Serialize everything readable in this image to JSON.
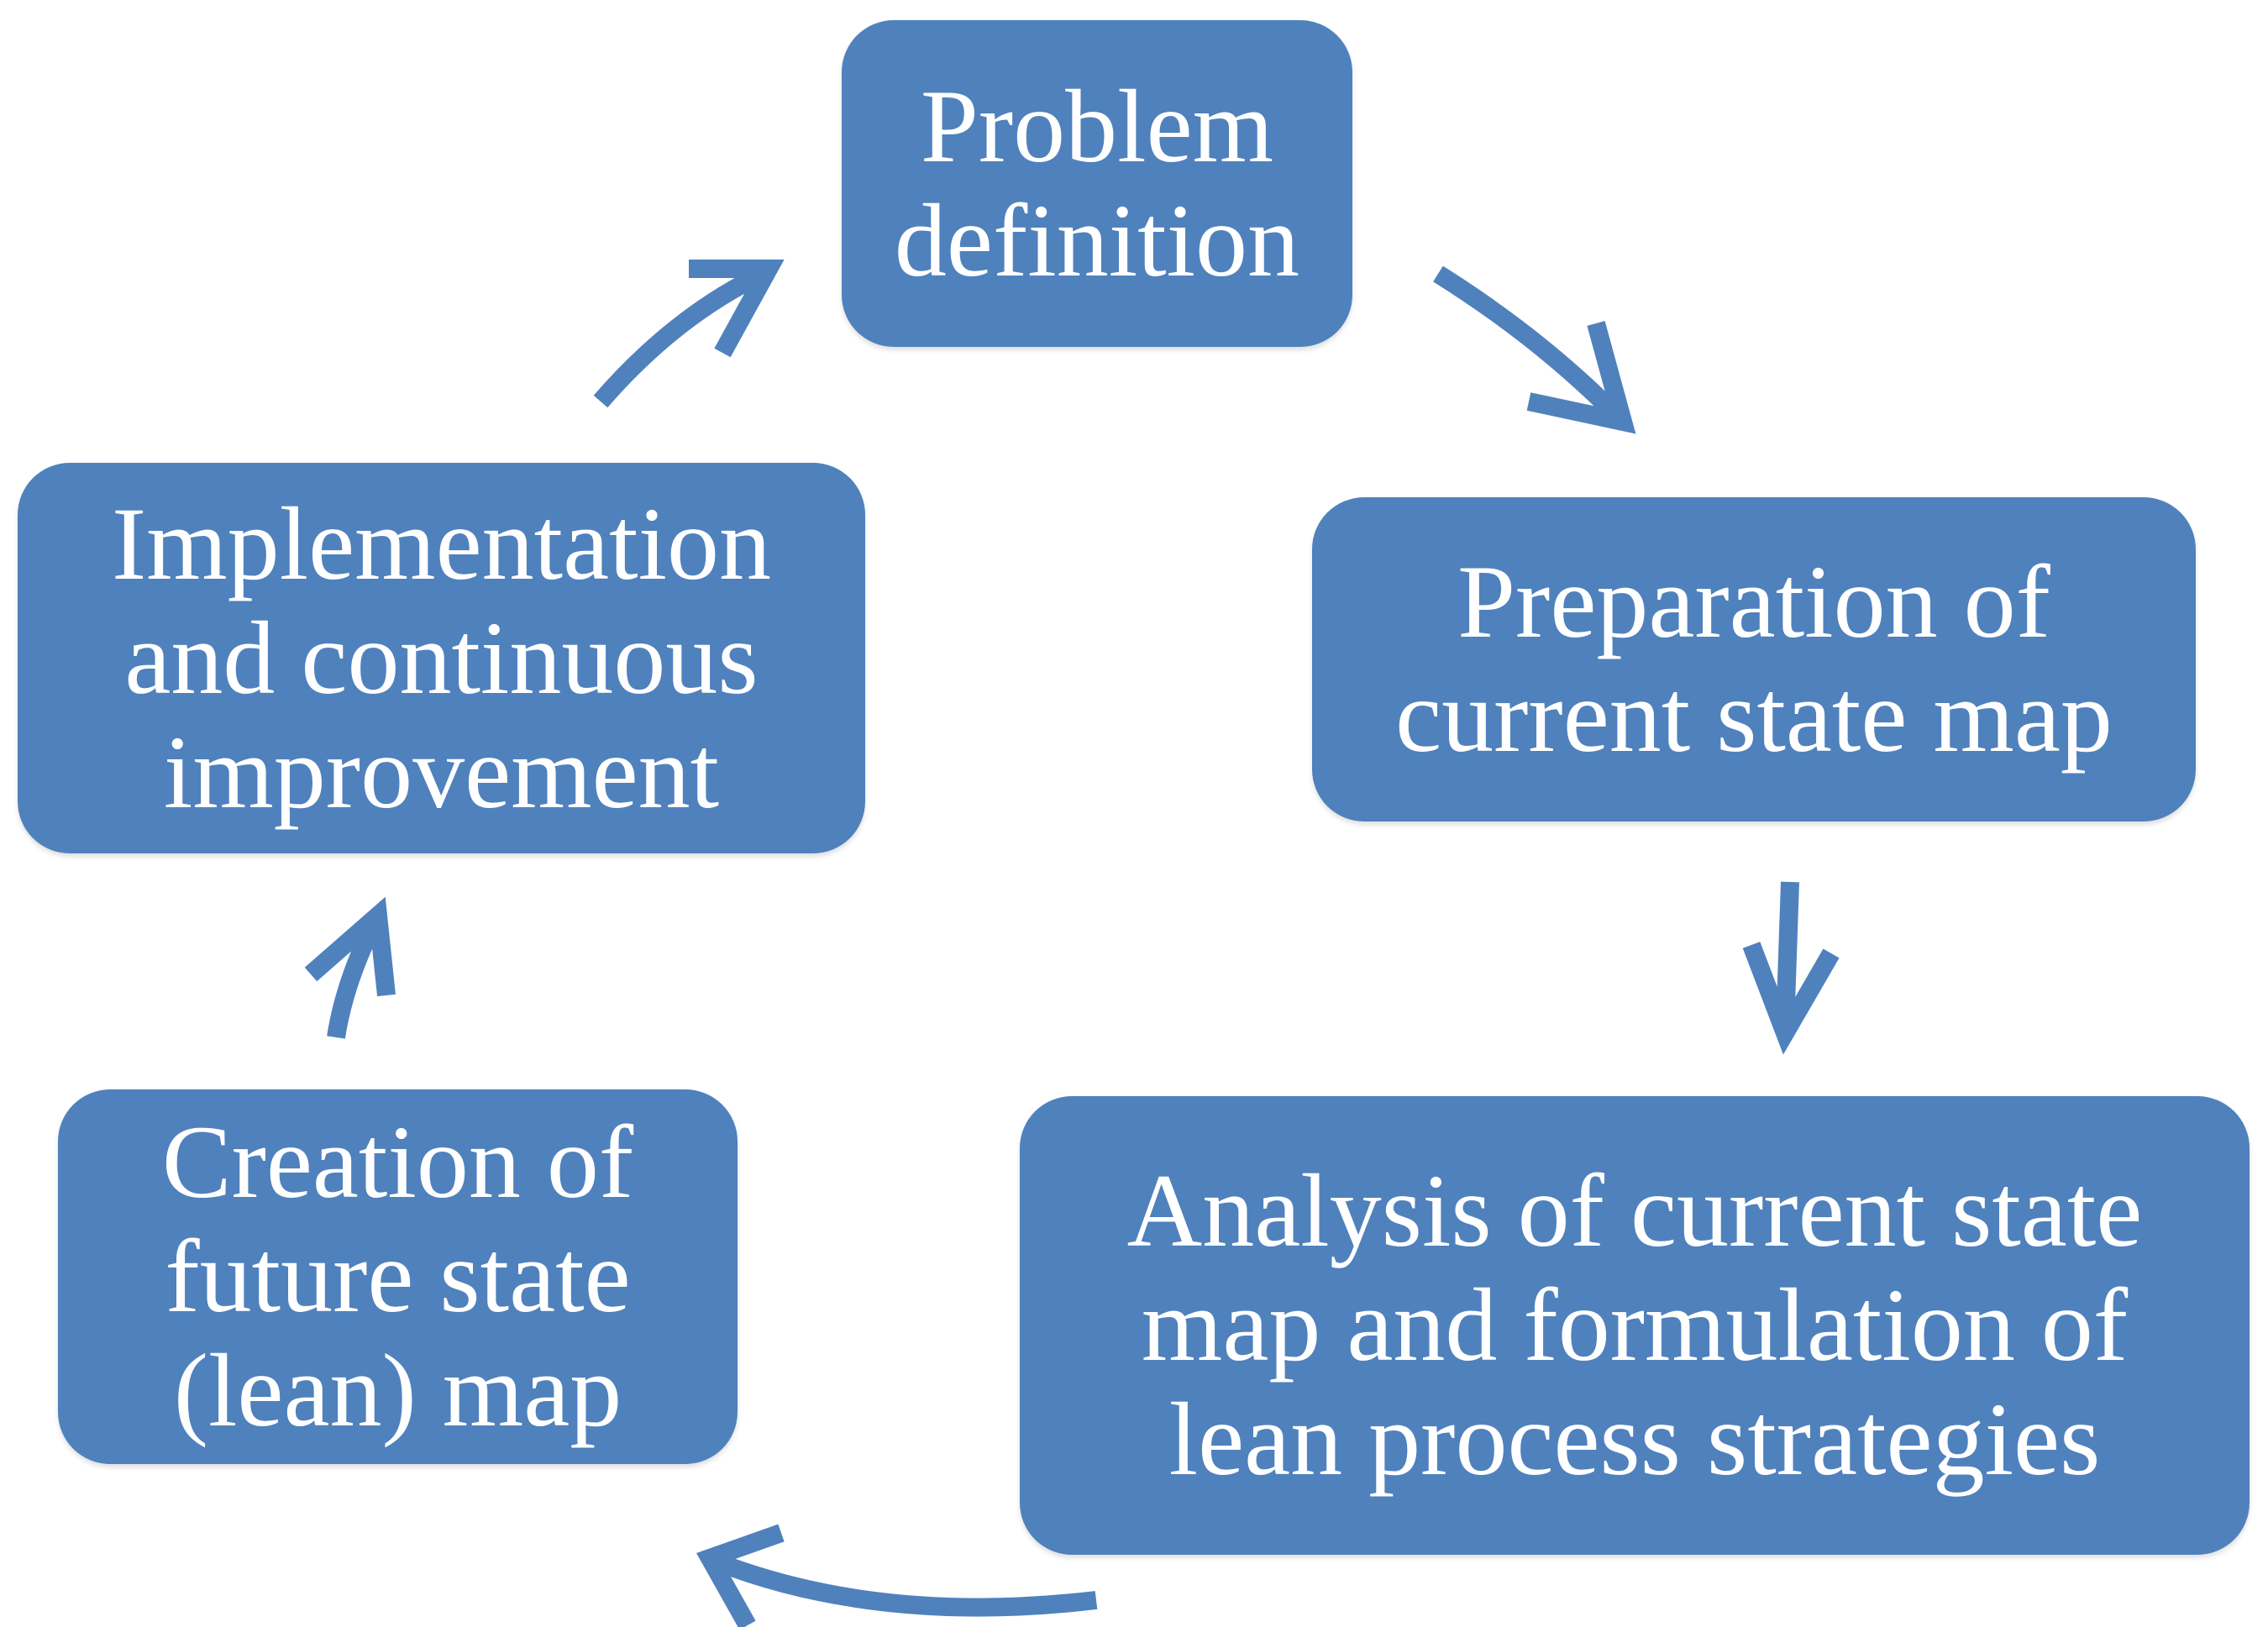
{
  "diagram": {
    "type": "cycle",
    "colors": {
      "box_fill": "#4F81BD",
      "text": "#FFFFFF",
      "arrow": "#4F81BD",
      "background": "#FFFFFF"
    },
    "steps": [
      {
        "id": "problem",
        "lines": [
          "Problem",
          "definition"
        ]
      },
      {
        "id": "preparation",
        "lines": [
          "Preparation of",
          "current state map"
        ]
      },
      {
        "id": "analysis",
        "lines": [
          "Analysis of current state",
          "map and formulation of",
          "lean process strategies"
        ]
      },
      {
        "id": "creation",
        "lines": [
          "Creation of",
          "future state",
          "(lean) map"
        ]
      },
      {
        "id": "implementation",
        "lines": [
          "Implementation",
          "and continuous",
          "improvement"
        ]
      }
    ],
    "arrows": [
      {
        "from": "problem",
        "to": "preparation"
      },
      {
        "from": "preparation",
        "to": "analysis"
      },
      {
        "from": "analysis",
        "to": "creation"
      },
      {
        "from": "creation",
        "to": "implementation"
      },
      {
        "from": "implementation",
        "to": "problem"
      }
    ]
  }
}
